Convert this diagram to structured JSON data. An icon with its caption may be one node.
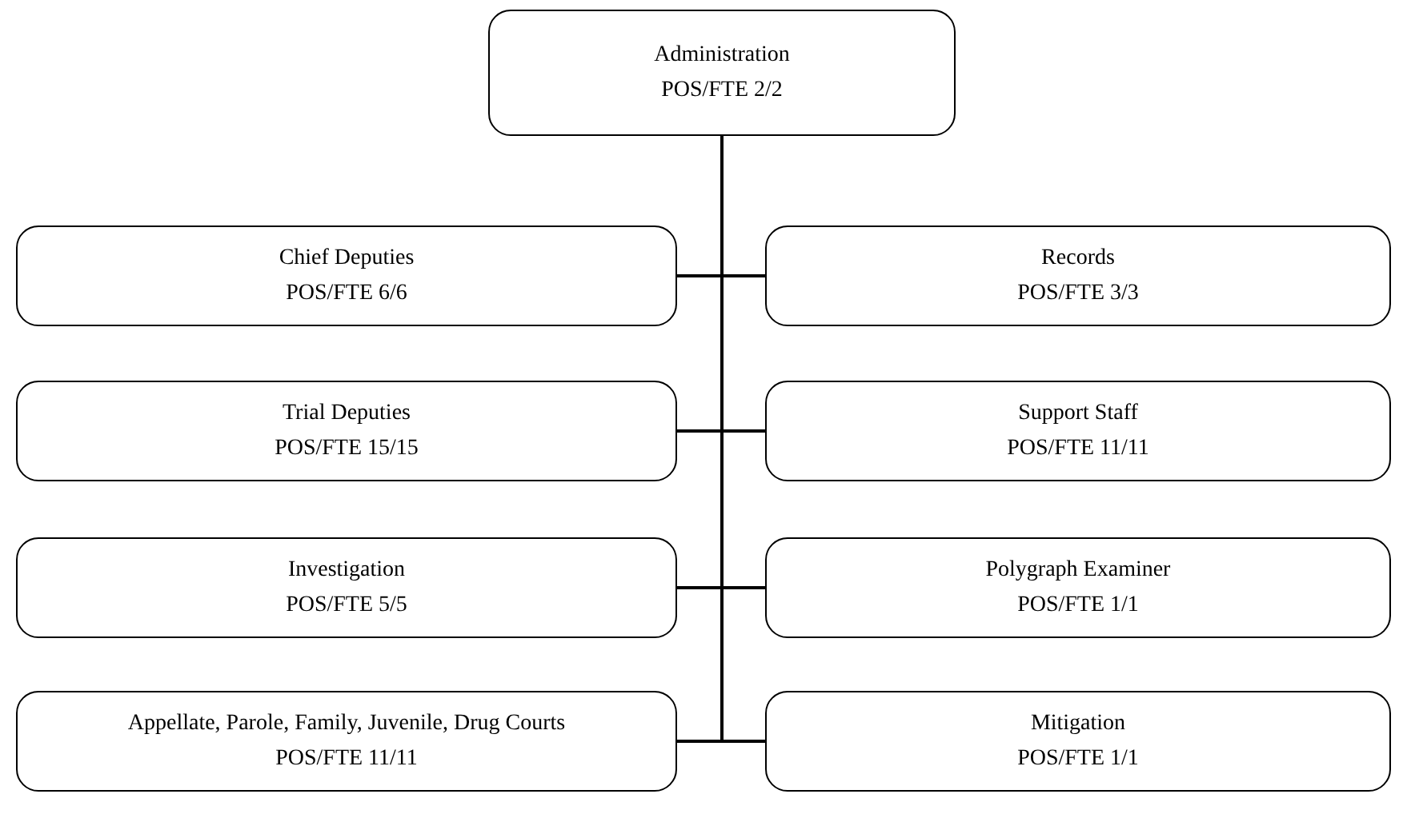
{
  "diagram": {
    "nodes": [
      {
        "text": [
          "Administration",
          "POS/FTE 2/2"
        ]
      },
      {
        "text": [
          "Chief Deputies",
          "POS/FTE 6/6"
        ]
      },
      {
        "text": [
          "Records",
          "POS/FTE 3/3"
        ]
      },
      {
        "text": [
          "Trial Deputies",
          "POS/FTE 15/15"
        ]
      },
      {
        "text": [
          "Support Staff",
          "POS/FTE 11/11"
        ]
      },
      {
        "text": [
          "Investigation",
          "POS/FTE 5/5"
        ]
      },
      {
        "text": [
          "Polygraph Examiner",
          "POS/FTE 1/1"
        ]
      },
      {
        "text": [
          "Appellate, Parole, Family, Juvenile, Drug Courts",
          "POS/FTE 11/11"
        ]
      },
      {
        "text": [
          "Mitigation",
          "POS/FTE 1/1"
        ]
      }
    ],
    "edges": [
      {
        "from": 0,
        "to": 1,
        "arrow": "none"
      },
      {
        "from": 0,
        "to": 2,
        "arrow": "none"
      },
      {
        "from": 0,
        "to": 3,
        "arrow": "none"
      },
      {
        "from": 0,
        "to": 4,
        "arrow": "none"
      },
      {
        "from": 0,
        "to": 5,
        "arrow": "none"
      },
      {
        "from": 0,
        "to": 6,
        "arrow": "none"
      },
      {
        "from": 0,
        "to": 7,
        "arrow": "none"
      },
      {
        "from": 0,
        "to": 8,
        "arrow": "none"
      }
    ]
  }
}
